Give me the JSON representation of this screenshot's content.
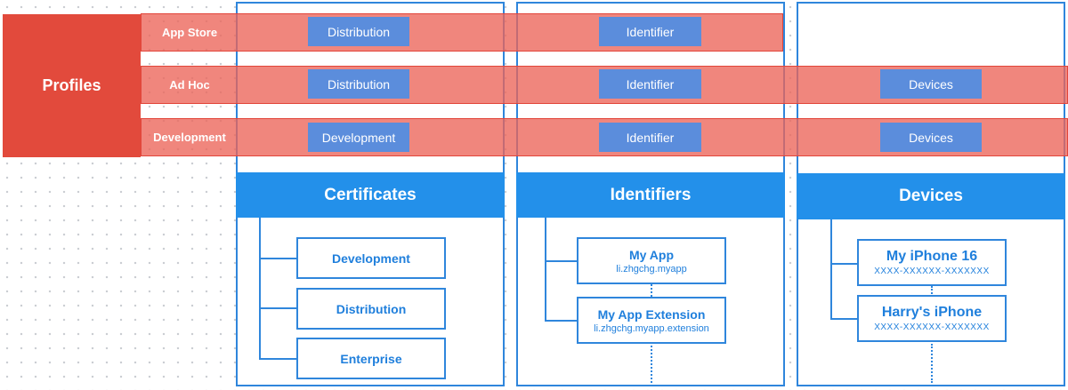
{
  "profiles_label": "Profiles",
  "rows": [
    {
      "label": "App Store",
      "cert": "Distribution",
      "identifier": "Identifier",
      "devices": null
    },
    {
      "label": "Ad Hoc",
      "cert": "Distribution",
      "identifier": "Identifier",
      "devices": "Devices"
    },
    {
      "label": "Development",
      "cert": "Development",
      "identifier": "Identifier",
      "devices": "Devices"
    }
  ],
  "certificates": {
    "title": "Certificates",
    "items": [
      "Development",
      "Distribution",
      "Enterprise"
    ]
  },
  "identifiers": {
    "title": "Identifiers",
    "items": [
      {
        "name": "My App",
        "id": "li.zhgchg.myapp"
      },
      {
        "name": "My App Extension",
        "id": "li.zhgchg.myapp.extension"
      }
    ]
  },
  "devices": {
    "title": "Devices",
    "items": [
      {
        "name": "My iPhone 16",
        "id": "XXXX-XXXXXX-XXXXXXX"
      },
      {
        "name": "Harry's iPhone",
        "id": "XXXX-XXXXXX-XXXXXXX"
      }
    ]
  },
  "colors": {
    "blue": "#2f86dc",
    "header_blue": "#2390ea",
    "profile_red": "#e24a3c",
    "band_red": "#ec6458",
    "pill_blue": "#5b8ddc"
  }
}
